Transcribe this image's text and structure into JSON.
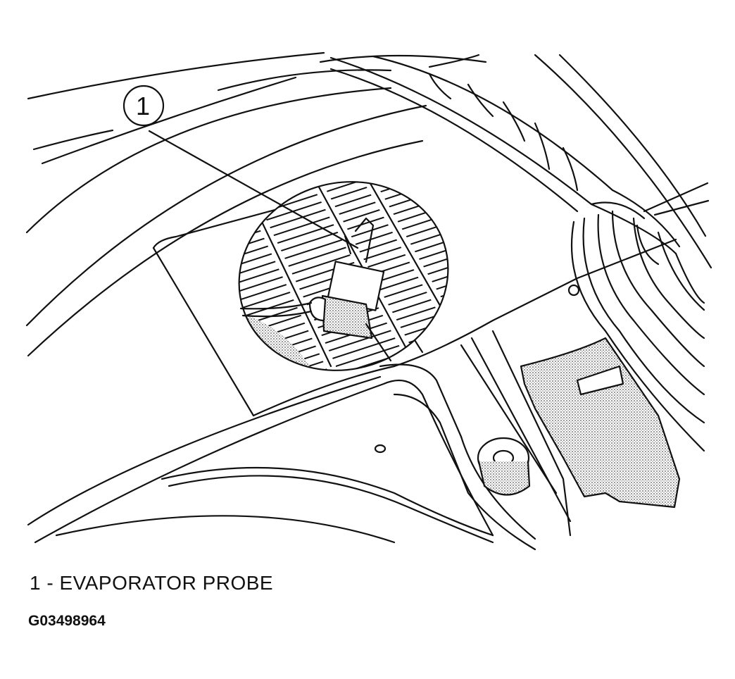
{
  "diagram": {
    "callouts": [
      {
        "number": "1"
      }
    ],
    "legend": [
      {
        "number": "1",
        "separator": " - ",
        "label": "EVAPORATOR PROBE"
      }
    ],
    "figure_id": "G03498964"
  },
  "colors": {
    "ink": "#111111",
    "stipple": "#bdbdbd",
    "background": "#ffffff"
  }
}
